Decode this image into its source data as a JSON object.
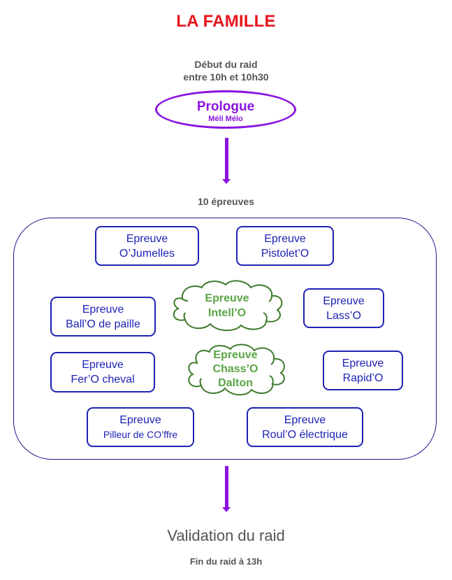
{
  "title": "LA FAMILLE",
  "start": {
    "line1": "Début du raid",
    "line2": "entre 10h et 10h30"
  },
  "prologue": {
    "title": "Prologue",
    "subtitle": "Méli Mélo"
  },
  "events_count_label": "10 épreuves",
  "events": [
    {
      "label": "Epreuve",
      "name": "O’Jumelles",
      "shape": "box"
    },
    {
      "label": "Epreuve",
      "name": "Pistolet’O",
      "shape": "box"
    },
    {
      "label": "Epreuve",
      "name": "Ball’O de paille",
      "shape": "box"
    },
    {
      "label": "Epreuve",
      "name": "Intell’O",
      "shape": "cloud"
    },
    {
      "label": "Epreuve",
      "name": "Lass’O",
      "shape": "box"
    },
    {
      "label": "Epreuve",
      "name": "Fer’O cheval",
      "shape": "box"
    },
    {
      "label": "Epreuve",
      "name": "Chass’O",
      "name2": "Dalton",
      "shape": "cloud"
    },
    {
      "label": "Epreuve",
      "name": "Rapid’O",
      "shape": "box"
    },
    {
      "label": "Epreuve",
      "name": "Pilleur de CO’ffre",
      "shape": "box"
    },
    {
      "label": "Epreuve",
      "name": "Roul’O électrique",
      "shape": "box"
    }
  ],
  "validation": "Validation du raid",
  "end": "Fin du raid à 13h",
  "colors": {
    "title": "#e8141c",
    "prologue": "#8a14e0",
    "arrow": "#8a14e0",
    "event_box": "#1e22b4",
    "cloud_text": "#5aa444",
    "cloud_stroke": "#3e7a2c",
    "container": "#1f1a8c",
    "gray_text": "#555555"
  }
}
